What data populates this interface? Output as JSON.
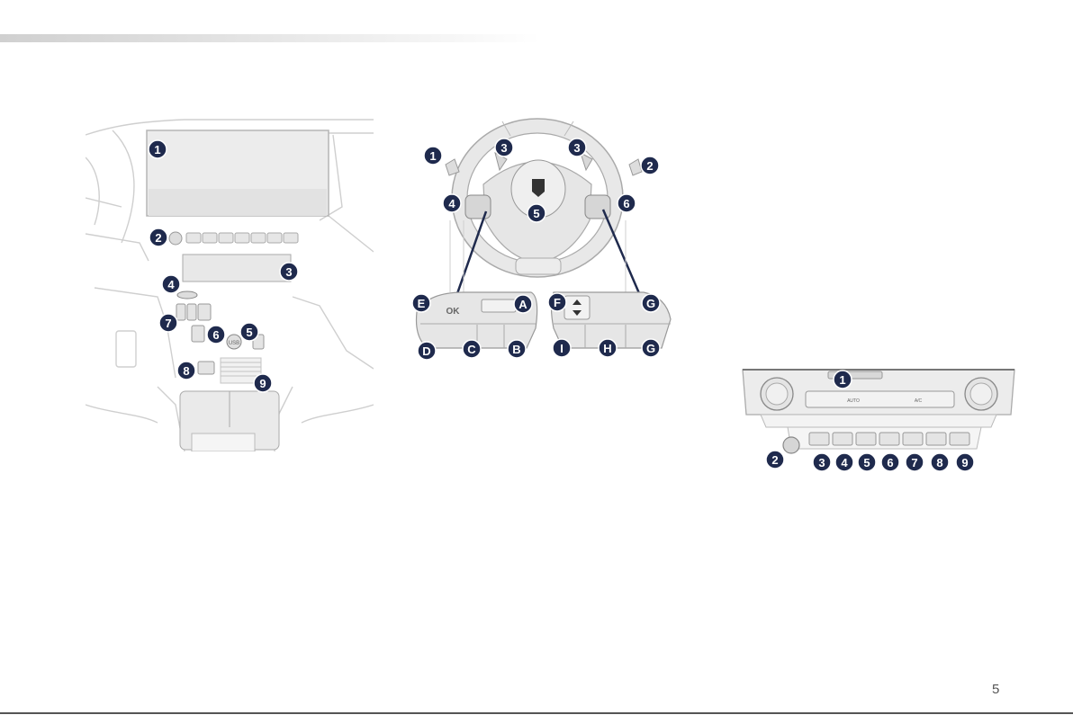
{
  "page": {
    "number": "5"
  },
  "dashboard": {
    "callouts": [
      {
        "label": "1"
      },
      {
        "label": "2"
      },
      {
        "label": "3"
      },
      {
        "label": "4"
      },
      {
        "label": "5"
      },
      {
        "label": "6"
      },
      {
        "label": "7"
      },
      {
        "label": "8"
      },
      {
        "label": "9"
      }
    ],
    "usb_label": "USB"
  },
  "steering_wheel": {
    "callouts": [
      {
        "label": "1"
      },
      {
        "label": "2"
      },
      {
        "label": "3"
      },
      {
        "label": "3"
      },
      {
        "label": "4"
      },
      {
        "label": "5"
      },
      {
        "label": "6"
      }
    ],
    "left_pad_callouts": [
      {
        "label": "E"
      },
      {
        "label": "A"
      },
      {
        "label": "D"
      },
      {
        "label": "C"
      },
      {
        "label": "B"
      }
    ],
    "right_pad_callouts": [
      {
        "label": "F"
      },
      {
        "label": "G"
      },
      {
        "label": "I"
      },
      {
        "label": "H"
      },
      {
        "label": "G"
      }
    ],
    "ok_label": "OK"
  },
  "climate_panel": {
    "callouts": [
      {
        "label": "1"
      },
      {
        "label": "2"
      },
      {
        "label": "3"
      },
      {
        "label": "4"
      },
      {
        "label": "5"
      },
      {
        "label": "6"
      },
      {
        "label": "7"
      },
      {
        "label": "8"
      },
      {
        "label": "9"
      }
    ],
    "auto_label": "AUTO",
    "ac_label": "A/C"
  },
  "colors": {
    "callout_fill": "#1f2a4d",
    "line_art": "#c8c8c8",
    "panel_gray": "#e8e8e8"
  }
}
